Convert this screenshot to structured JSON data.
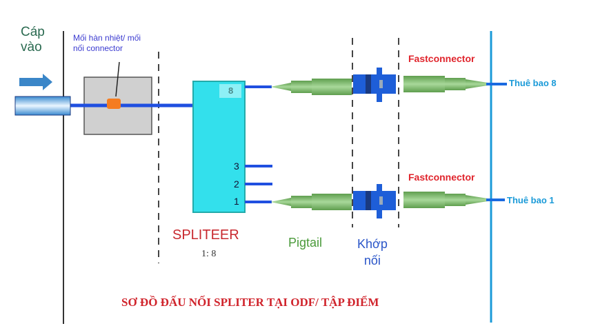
{
  "labels": {
    "cable_in": [
      "Cáp",
      "vào"
    ],
    "splice_note": [
      "Mối hàn nhiệt/ mối",
      "nối connector"
    ],
    "splitter": "SPLITEER",
    "ratio": "1: 8",
    "pigtail": "Pigtail",
    "coupler": [
      "Khớp",
      "nối"
    ],
    "fastconnector_top": "Fastconnector",
    "fastconnector_bottom": "Fastconnector",
    "subscriber_8": "Thuê bao 8",
    "subscriber_1": "Thuê bao 1",
    "ports": [
      "8",
      "3",
      "2",
      "1"
    ],
    "title": "SƠ ĐỒ ĐẤU NỐI SPLITER TẠI ODF/ TẬP ĐIỂM"
  },
  "colors": {
    "fiber": "#1f4fe0",
    "splitter": "#33e0ec",
    "red": "#e0242c",
    "green": "#4a9a3a",
    "blue_text": "#2a55c8",
    "drop": "#1a9ad8"
  }
}
